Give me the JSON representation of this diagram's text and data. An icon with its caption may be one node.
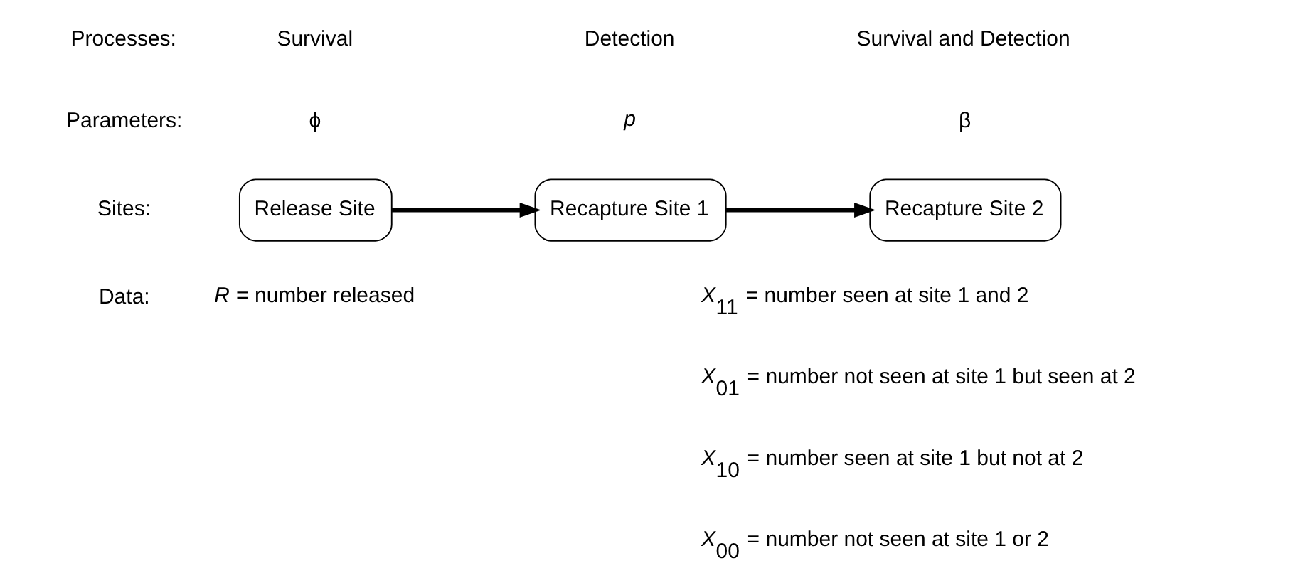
{
  "diagram": {
    "nodes": [
      {
        "text": [
          "Release Site"
        ]
      },
      {
        "text": [
          "Recapture Site 1"
        ]
      },
      {
        "text": [
          "Recapture Site 2"
        ]
      }
    ],
    "edges": [
      {
        "from": 0,
        "to": 1,
        "arrow": "to"
      },
      {
        "from": 1,
        "to": 2,
        "arrow": "to"
      }
    ],
    "labels": [
      "Processes:",
      "Survival",
      "Detection",
      "Survival and Detection",
      "Parameters:",
      "ϕ",
      "*p*",
      "β",
      "Sites:",
      "Data:",
      "*R* = number released",
      "*X*$_{11}$ = number seen at site 1 and 2",
      "*X*$_{01}$ = number not seen at site 1 but seen at 2",
      "*X*$_{10}$ = number seen at site 1 but not at 2",
      "*X*$_{00}$ = number not seen at site 1 or 2"
    ]
  }
}
